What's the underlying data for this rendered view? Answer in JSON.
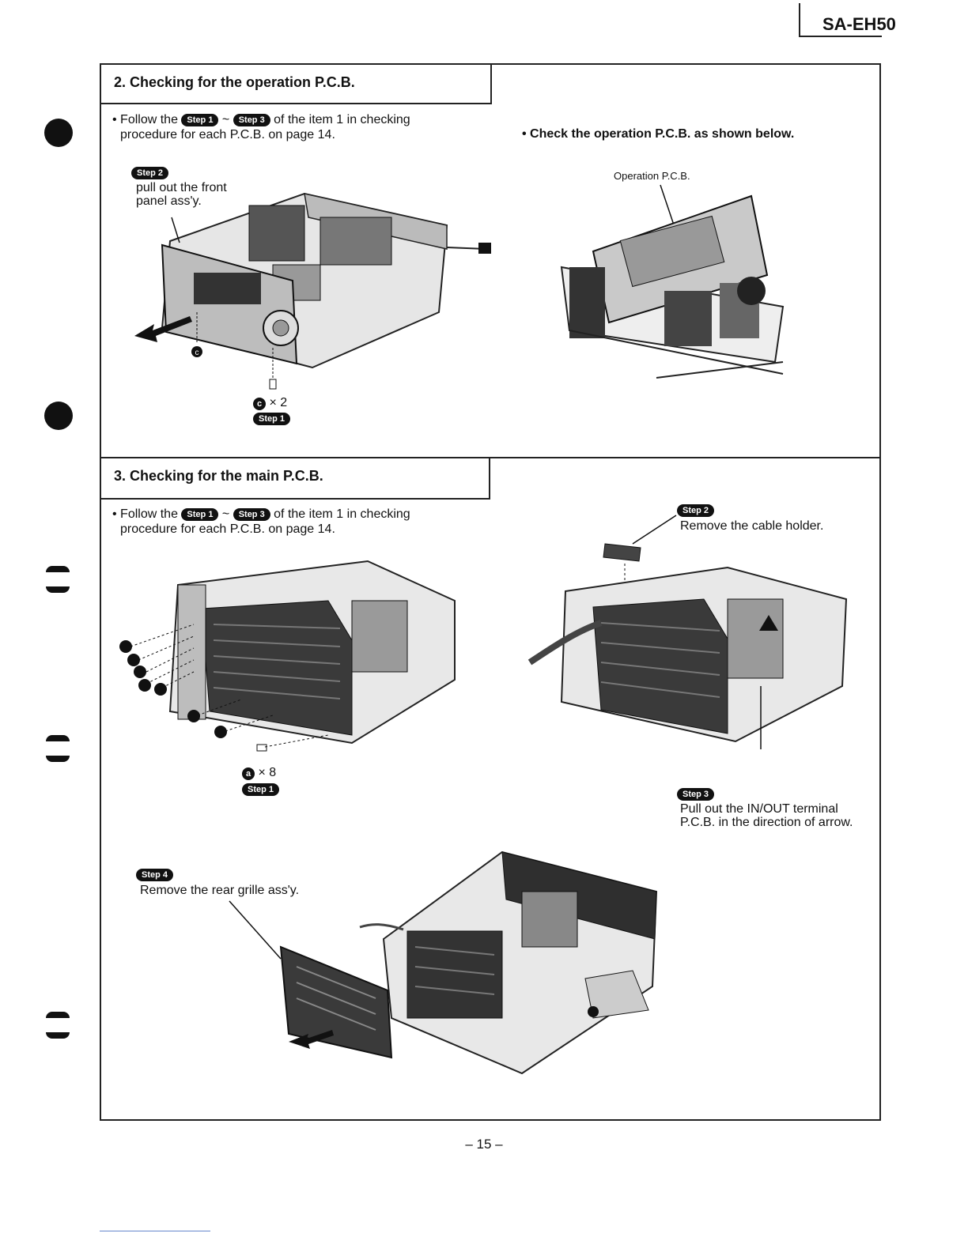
{
  "header": {
    "model": "SA-EH50"
  },
  "section2": {
    "title": "2. Checking for the operation P.C.B.",
    "follow_prefix": "• Follow the",
    "step_from": "Step 1",
    "tilde": "~",
    "step_to": "Step 3",
    "follow_suffix": "of the item 1 in checking",
    "follow_line2": "procedure for each P.C.B. on page 14.",
    "check_note": "• Check the operation P.C.B. as shown below.",
    "step2_badge": "Step 2",
    "step2_text_line1": "pull out the front",
    "step2_text_line2": "panel ass'y.",
    "screw_c_label": "c",
    "screw_count": "× 2",
    "step1_badge": "Step 1",
    "operation_pcb_label": "Operation P.C.B."
  },
  "section3": {
    "title": "3. Checking for the main P.C.B.",
    "follow_prefix": "• Follow the",
    "step_from": "Step 1",
    "tilde": "~",
    "step_to": "Step 3",
    "follow_suffix": "of the item 1 in checking",
    "follow_line2": "procedure for each P.C.B. on page 14.",
    "screw_a_label": "a",
    "screw_count": "× 8",
    "step1_badge": "Step 1",
    "step2_badge": "Step 2",
    "step2_text": "Remove the cable holder.",
    "step3_badge": "Step 3",
    "step3_text_line1": "Pull out the IN/OUT terminal",
    "step3_text_line2": "P.C.B. in the direction of arrow.",
    "step4_badge": "Step 4",
    "step4_text": "Remove the rear grille ass'y."
  },
  "footer": {
    "page_number": "– 15 –"
  }
}
